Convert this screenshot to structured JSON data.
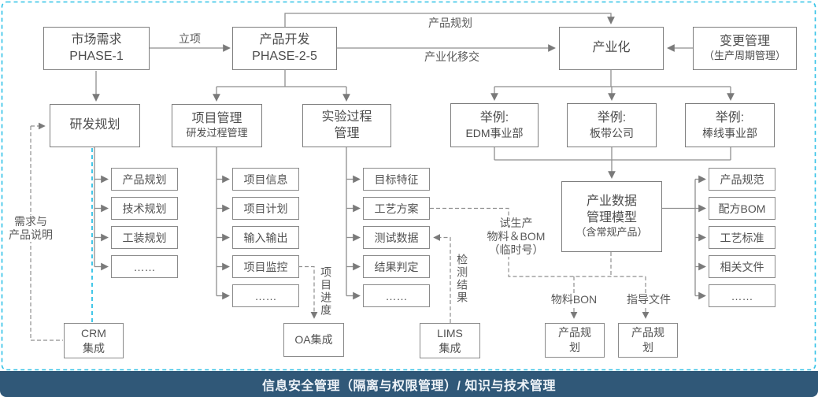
{
  "phase_boxes": {
    "market_demand": "市场需求\nPHASE-1",
    "product_dev": "产品开发\nPHASE-2-5",
    "industrialization": "产业化",
    "change_mgmt_title": "变更管理",
    "change_mgmt_sub": "（生产周期管理）",
    "rd_planning": "研发规划",
    "project_mgmt_title": "项目管理",
    "project_mgmt_sub": "研发过程管理",
    "experiment_mgmt": "实验过程\n管理",
    "example_edm_title": "举例:",
    "example_edm_sub": "EDM事业部",
    "example_board_title": "举例:",
    "example_board_sub": "板带公司",
    "example_rod_title": "举例:",
    "example_rod_sub": "棒线事业部",
    "industry_model_title": "产业数据\n管理模型",
    "industry_model_sub": "（含常规产品）"
  },
  "lists": {
    "rd": [
      "产品规划",
      "技术规划",
      "工装规划",
      "……"
    ],
    "project": [
      "项目信息",
      "项目计划",
      "输入输出",
      "项目监控",
      "……"
    ],
    "experiment": [
      "目标特征",
      "工艺方案",
      "测试数据",
      "结果判定",
      "……"
    ],
    "industry": [
      "产品规范",
      "配方BOM",
      "工艺标准",
      "相关文件",
      "……"
    ]
  },
  "integrations": {
    "crm": "CRM\n集成",
    "oa": "OA集成",
    "lims": "LIMS\n集成",
    "product_plan_left": "产品规\n划",
    "product_plan_right": "产品规\n划"
  },
  "edge_labels": {
    "approval": "立项",
    "product_planning": "产品规划",
    "industrial_transfer": "产业化移交",
    "demand_spec": "需求与\n产品说明",
    "project_progress": "项目进度",
    "test_result": "检测结果",
    "trial_bom": "试生产\n物料＆BOM\n（临时号）",
    "material_bom": "物料BON",
    "guide_doc": "指导文件"
  },
  "footer": {
    "text": "信息安全管理（隔离与权限管理）/ 知识与技术管理"
  },
  "colors": {
    "accent_dashed_border": "#2fc1e6",
    "footer_bg": "#305878",
    "footer_text": "#eef3f8",
    "line_gray": "#8f8f8f",
    "box_border": "#7d7d7d",
    "text_gray": "#4d4d4d"
  }
}
